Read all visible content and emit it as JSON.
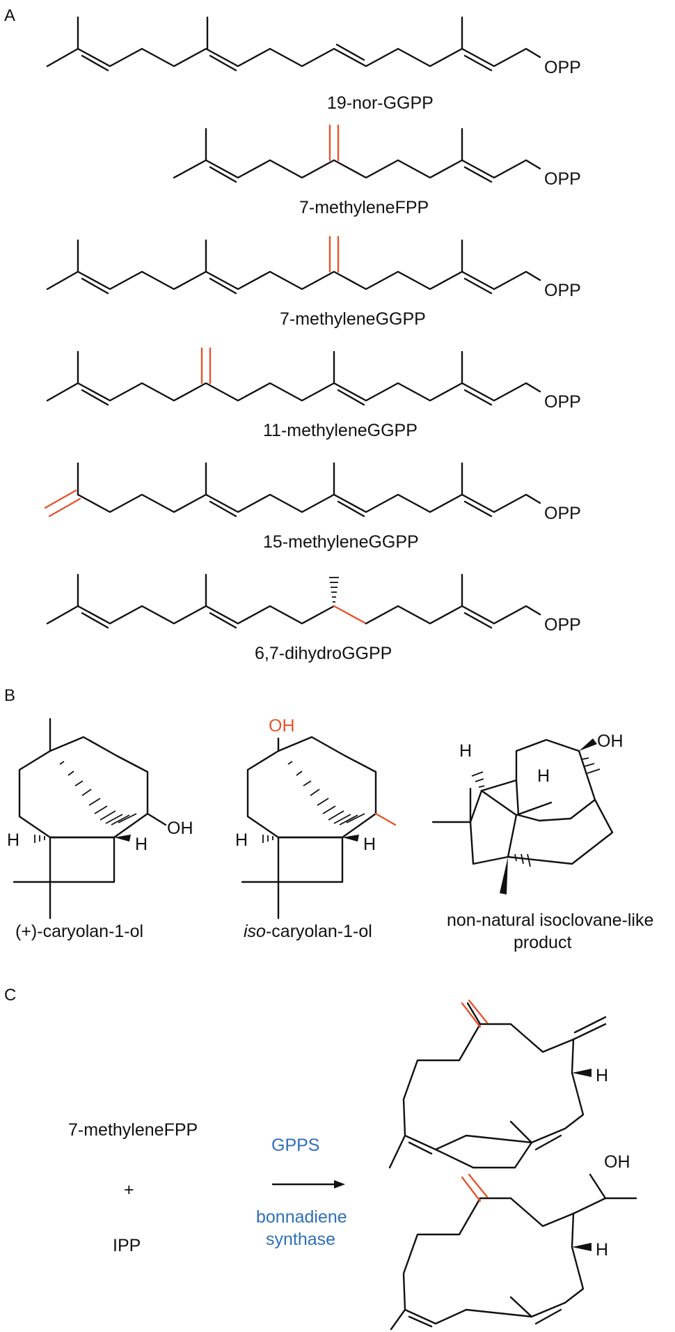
{
  "panels": {
    "a": "A",
    "b": "B",
    "c": "C"
  },
  "panel_a": {
    "opp_label": "OPP",
    "names": [
      "19-nor-GGPP",
      "7-methyleneFPP",
      "7-methyleneGGPP",
      "11-methyleneGGPP",
      "15-methyleneGGPP",
      "6,7-dihydroGGPP"
    ]
  },
  "panel_b": {
    "atoms": {
      "h": "H",
      "oh": "OH"
    },
    "names": {
      "caryolanol": "(+)-caryolan-1-ol",
      "iso_prefix": "iso",
      "iso_suffix": "-caryolan-1-ol",
      "isoclovane_line1": "non-natural isoclovane-like",
      "isoclovane_line2": "product"
    }
  },
  "panel_c": {
    "reactant1": "7-methyleneFPP",
    "plus": "+",
    "reactant2": "IPP",
    "enzyme1": "GPPS",
    "enzyme2_line1": "bonnadiene",
    "enzyme2_line2": "synthase",
    "atoms": {
      "h": "H",
      "oh": "OH"
    }
  },
  "colors": {
    "highlight": "#e8532b",
    "enzyme": "#2f6fba",
    "bond": "#111111"
  }
}
